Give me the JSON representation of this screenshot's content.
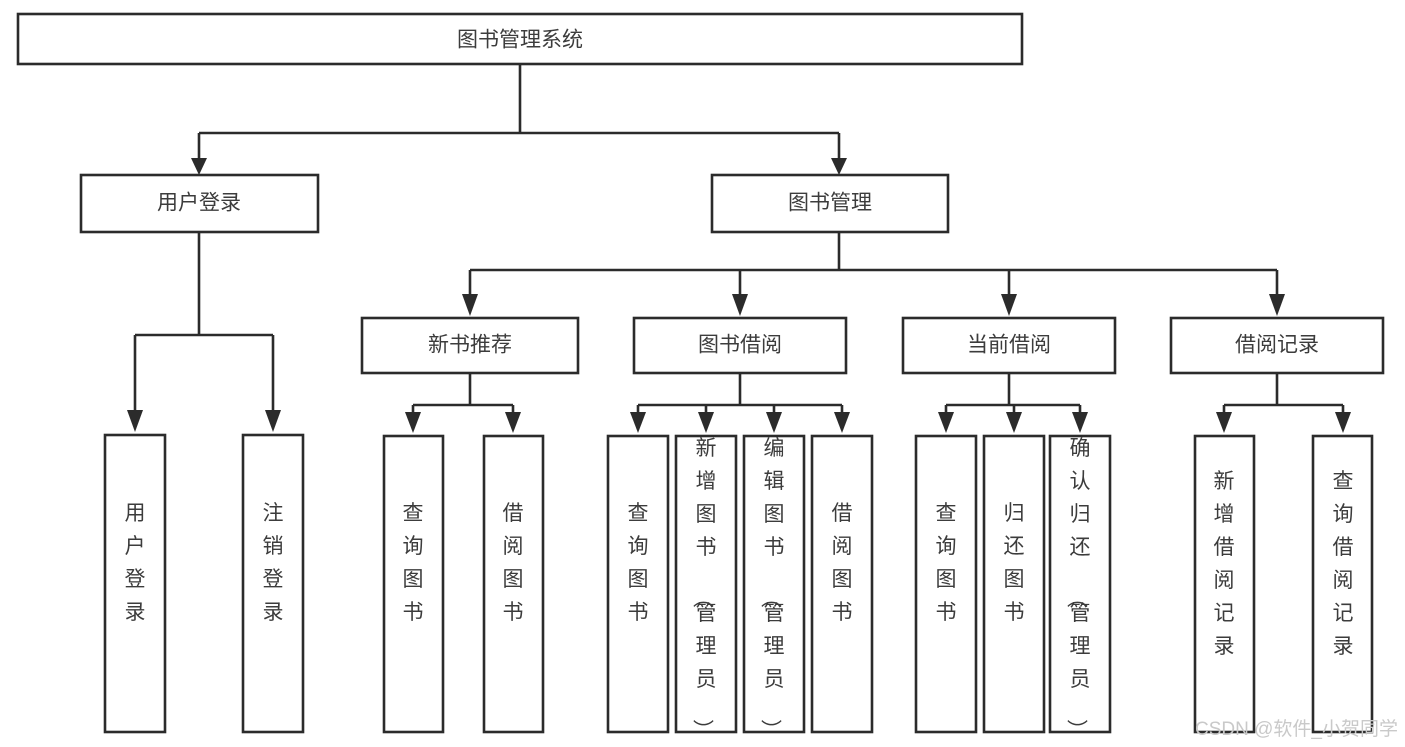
{
  "diagram": {
    "type": "tree-hierarchy-chart",
    "title": "图书管理系统",
    "levels": 4,
    "colors": {
      "box_fill": "#ffffff",
      "box_stroke": "#2b2b2b",
      "label_text": "#3c3c3c",
      "connector": "#2b2b2b",
      "watermark": "#c9c9c9",
      "background": "#ffffff"
    },
    "root": {
      "label": "图书管理系统"
    },
    "level2": [
      {
        "label": "用户登录"
      },
      {
        "label": "图书管理"
      }
    ],
    "level3": [
      {
        "label": "新书推荐"
      },
      {
        "label": "图书借阅"
      },
      {
        "label": "当前借阅"
      },
      {
        "label": "借阅记录"
      }
    ],
    "leaves": {
      "user_login": [
        {
          "label": "用户登录"
        },
        {
          "label": "注销登录"
        }
      ],
      "new_book_recommend": [
        {
          "label": "查询图书"
        },
        {
          "label": "借阅图书"
        }
      ],
      "book_borrow": [
        {
          "label": "查询图书"
        },
        {
          "label": "新增图书（管理员）"
        },
        {
          "label": "编辑图书（管理员）"
        },
        {
          "label": "借阅图书"
        }
      ],
      "current_borrow": [
        {
          "label": "查询图书"
        },
        {
          "label": "归还图书"
        },
        {
          "label": "确认归还（管理员）"
        }
      ],
      "borrow_record": [
        {
          "label": "新增借阅记录"
        },
        {
          "label": "查询借阅记录"
        }
      ]
    },
    "watermark": "CSDN @软件_小贺同学"
  }
}
